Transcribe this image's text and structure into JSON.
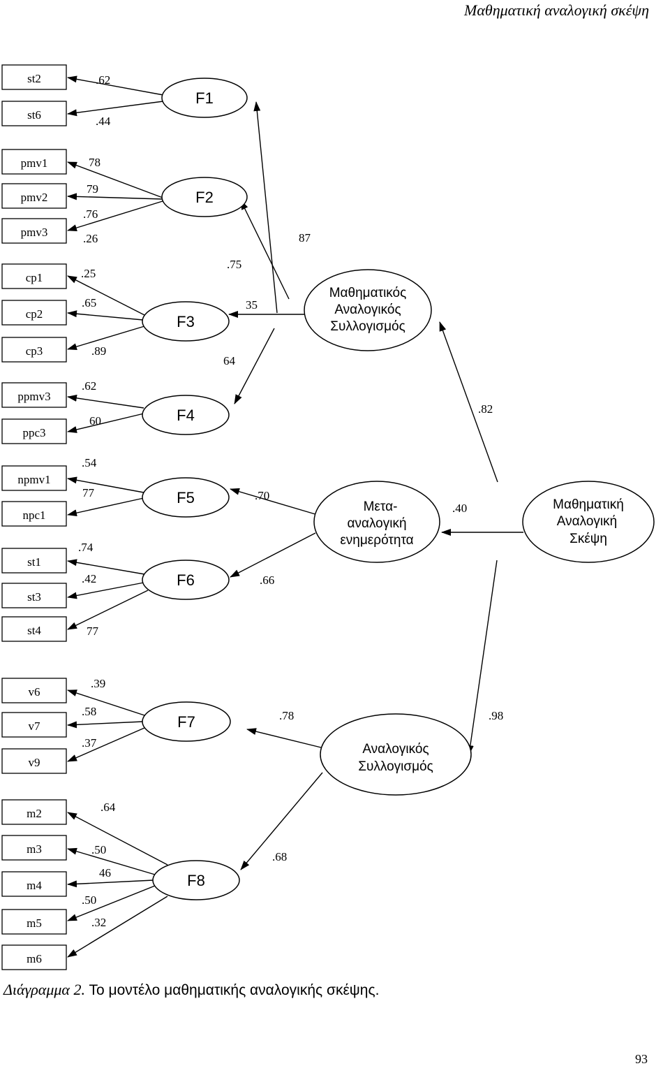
{
  "header_title": "Μαθηματική αναλογική σκέψη",
  "indicators": [
    "st2",
    "st6",
    "pmv1",
    "pmv2",
    "pmv3",
    "cp1",
    "cp2",
    "cp3",
    "ppmv3",
    "ppc3",
    "npmv1",
    "npc1",
    "st1",
    "st3",
    "st4",
    "v6",
    "v7",
    "v9",
    "m2",
    "m3",
    "m4",
    "m5",
    "m6"
  ],
  "factors": [
    "F1",
    "F2",
    "F3",
    "F4",
    "F5",
    "F6",
    "F7",
    "F8"
  ],
  "constructs": {
    "mathematical_reasoning": [
      "Μαθηματικός",
      "Αναλογικός",
      "Συλλογισμός"
    ],
    "meta_awareness": [
      "Μετα-",
      "αναλογική",
      "ενημερότητα"
    ],
    "proportional_thinking": [
      "Μαθηματική",
      "Αναλογική",
      "Σκέψη"
    ],
    "analogical_reasoning": [
      "Αναλογικός",
      "Συλλογισμός"
    ]
  },
  "measurement_coefficients": [
    ".62",
    ".44",
    "78",
    "79",
    ".76",
    ".26",
    ".25",
    ".65",
    ".89",
    ".62",
    "60",
    ".54",
    "77",
    ".74",
    ".42",
    "77",
    ".39",
    ".58",
    ".37",
    ".64",
    ".50",
    "46",
    ".50",
    ".32"
  ],
  "structural_coefficients": {
    "f1": "87",
    "f2": ".75",
    "f3": "35",
    "f4": "64",
    "f5": ".70",
    "f6": ".66",
    "f7": ".78",
    "f8": ".68",
    "mathematical_reasoning": ".82",
    "meta_awareness": ".40",
    "analogical_reasoning": ".98"
  },
  "caption": {
    "label": "Διάγραμμα 2.",
    "text": " Το μοντέλο μαθηματικής αναλογικής σκέψης."
  },
  "page_number": "93"
}
